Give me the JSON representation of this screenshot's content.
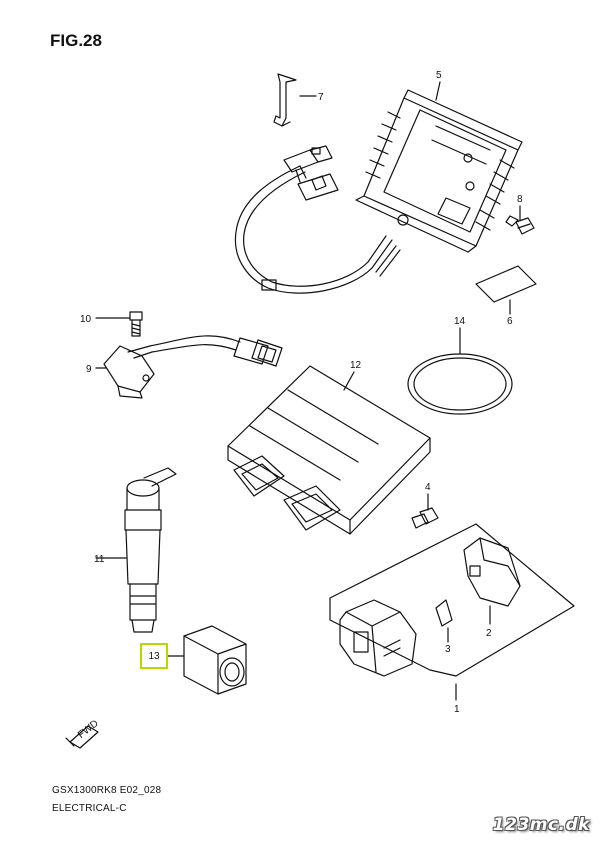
{
  "figure": {
    "title": "FIG.28"
  },
  "footer": {
    "model": "GSX1300RK8 E02_028",
    "group": "ELECTRICAL-C"
  },
  "watermark": "123mc.dk",
  "fwd_label": "FWD",
  "highlight_color": "#b8d900",
  "parts": {
    "p1": "1",
    "p2": "2",
    "p3": "3",
    "p4": "4",
    "p5": "5",
    "p6": "6",
    "p7": "7",
    "p8": "8",
    "p9": "9",
    "p10": "10",
    "p11": "11",
    "p12": "12",
    "p13": "13",
    "p14": "14"
  }
}
